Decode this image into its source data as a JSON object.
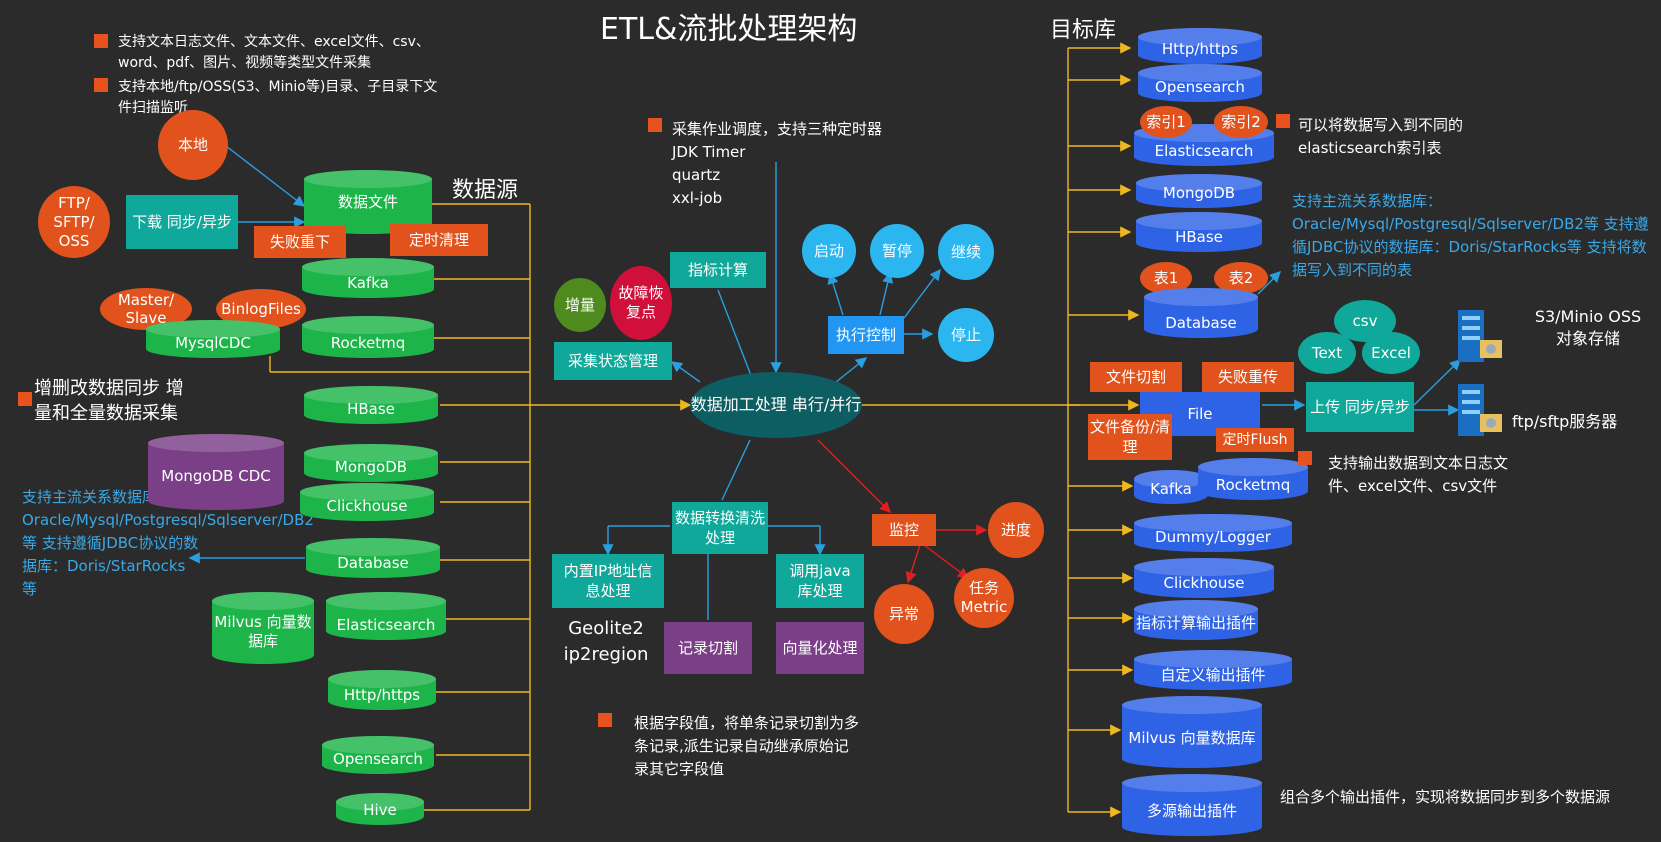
{
  "title": "ETL&流批处理架构",
  "sources_heading": "数据源",
  "targets_heading": "目标库",
  "notes": {
    "files_1": "支持文本日志文件、文本文件、excel文件、csv、word、pdf、图片、视频等类型文件采集",
    "files_2": "支持本地/ftp/OSS(S3、Minio等)目录、子目录下文件扫描监听",
    "cdc": "增删改数据同步 增量和全量数据采集",
    "src_db": "支持主流关系数据库：Oracle/Mysql/Postgresql/Sqlserver/DB2等 支持遵循JDBC协议的数据库：Doris/StarRocks等",
    "schedule_head": "采集作业调度，支持三种定时器",
    "schedule_1": "JDK Timer",
    "schedule_2": "quartz",
    "schedule_3": "xxl-job",
    "split": "根据字段值，将单条记录切割为多条记录,派生记录自动继承原始记录其它字段值",
    "es_index": "可以将数据写入到不同的elasticsearch索引表",
    "tgt_db": "支持主流关系数据库：Oracle/Mysql/Postgresql/Sqlserver/DB2等 支持遵循JDBC协议的数据库：Doris/StarRocks等 支持将数据写入到不同的表",
    "file_out": "支持输出数据到文本日志文件、excel文件、csv文件",
    "multi": "组合多个输出插件，实现将数据同步到多个数据源",
    "s3": "S3/Minio OSS对象存储",
    "ftp": "ftp/sftp服务器"
  },
  "sources": {
    "local": "本地",
    "ftp": "FTP/ SFTP/ OSS",
    "download": "下载 同步/异步",
    "datafile": "数据文件",
    "fail_redo": "失败重下",
    "timed_clean": "定时清理",
    "kafka": "Kafka",
    "master_slave": "Master/ Slave",
    "binlog": "BinlogFiles",
    "mysqlcdc": "MysqlCDC",
    "rocketmq": "Rocketmq",
    "hbase": "HBase",
    "mongodb_cdc": "MongoDB CDC",
    "mongodb": "MongoDB",
    "clickhouse": "Clickhouse",
    "database": "Database",
    "milvus": "Milvus 向量数据库",
    "elasticsearch": "Elasticsearch",
    "http": "Http/https",
    "opensearch": "Opensearch",
    "hive": "Hive"
  },
  "center": {
    "core": "数据加工处理 串行/并行",
    "incr": "增量",
    "recover": "故障恢复点",
    "metric_calc": "指标计算",
    "state_mgmt": "采集状态管理",
    "exec_ctrl": "执行控制",
    "start": "启动",
    "pause": "暂停",
    "resume": "继续",
    "stop": "停止",
    "transform": "数据转换清洗处理",
    "ip": "内置IP地址信息处理",
    "java": "调用java库处理",
    "geo": "Geolite2 ip2region",
    "record_split": "记录切割",
    "vector": "向量化处理",
    "monitor": "监控",
    "progress": "进度",
    "task_metric": "任务 Metric",
    "abnormal": "异常"
  },
  "targets": {
    "http": "Http/https",
    "opensearch": "Opensearch",
    "idx1": "索引1",
    "idx2": "索引2",
    "elasticsearch": "Elasticsearch",
    "mongodb": "MongoDB",
    "hbase": "HBase",
    "tbl1": "表1",
    "tbl2": "表2",
    "database": "Database",
    "csv": "csv",
    "text": "Text",
    "excel": "Excel",
    "file_split": "文件切割",
    "fail_retry": "失败重传",
    "file": "File",
    "upload": "上传 同步/异步",
    "backup": "文件备份/清理",
    "flush": "定时Flush",
    "kafka": "Kafka",
    "rocketmq": "Rocketmq",
    "dummy": "Dummy/Logger",
    "clickhouse": "Clickhouse",
    "metric_plugin": "指标计算输出插件",
    "custom": "自定义输出插件",
    "milvus": "Milvus 向量数据库",
    "multi": "多源输出插件"
  },
  "colors": {
    "background": "#2b2b2b",
    "source_green": "#1db44a",
    "target_blue": "#2f63e6",
    "teal": "#10a89a",
    "orange": "#e2521d",
    "purple": "#7b3f88",
    "cyan": "#2bb6f0",
    "wire_yellow": "#f0b820",
    "arrow_blue": "#2a9fe0",
    "arrow_red": "#e02020"
  }
}
